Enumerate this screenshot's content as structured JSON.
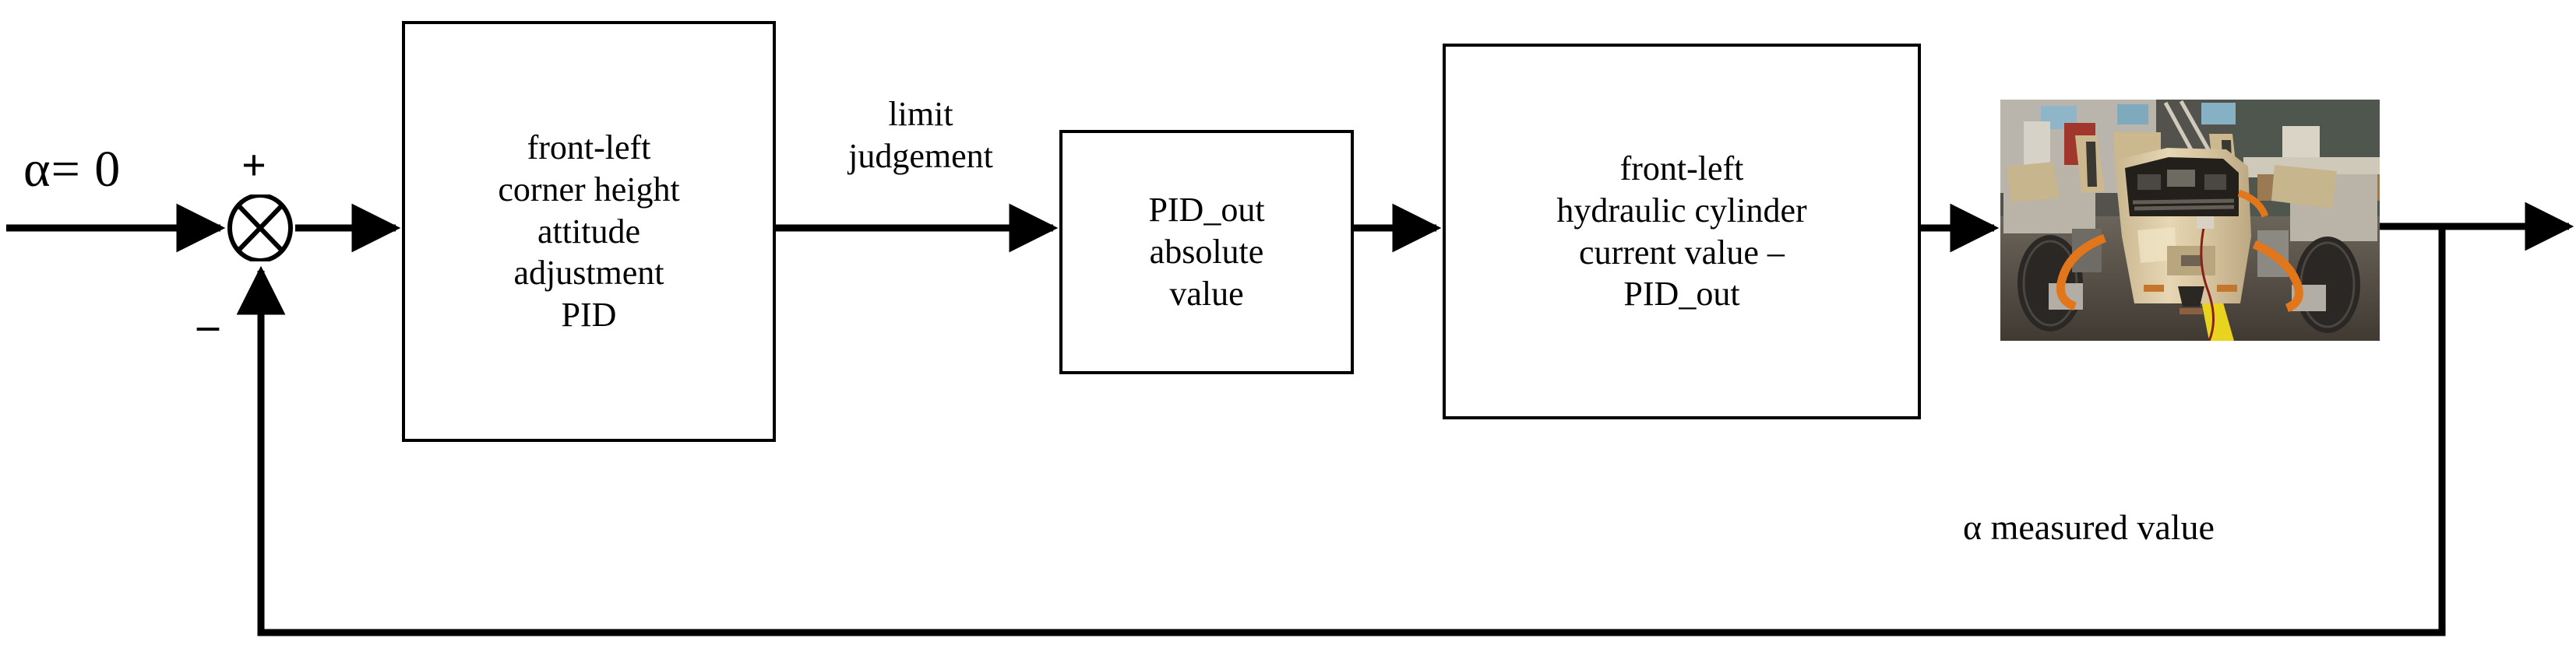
{
  "diagram": {
    "title": "front-left corner height attitude adjustment closed-loop control block diagram",
    "type": "control-system-block-diagram",
    "orientation": "left-to-right with bottom feedback path",
    "setpoint_label": "α= 0",
    "sum_plus": "+",
    "sum_minus": "–",
    "summing_junction_symbol": "circle-with-cross",
    "blocks": [
      {
        "id": "pid",
        "name": "front-left-corner-height-pid",
        "text": "front-left\ncorner height\nattitude\nadjustment\nPID"
      },
      {
        "id": "abs",
        "name": "pid-out-absolute-value",
        "text": "PID_out\nabsolute\nvalue"
      },
      {
        "id": "cylinder",
        "name": "front-left-hydraulic-cylinder",
        "text": "front-left\nhydraulic cylinder\ncurrent value  –\nPID_out"
      }
    ],
    "signals": {
      "limit_judgement": "limit\njudgement",
      "feedback": "α measured value"
    },
    "plant_photo": {
      "name": "vehicle-chassis-photo",
      "description": "front view of a tan four-wheeled vehicle chassis with hydraulic suspension arms, orange cables and a yellow floor line in a workshop"
    },
    "colors": {
      "line": "#000000",
      "background": "#ffffff",
      "photo_body": "#d8c7a2",
      "photo_floor": "#4a443d",
      "photo_cable": "#e2761b",
      "photo_floor_stripe": "#e8d31e"
    }
  }
}
